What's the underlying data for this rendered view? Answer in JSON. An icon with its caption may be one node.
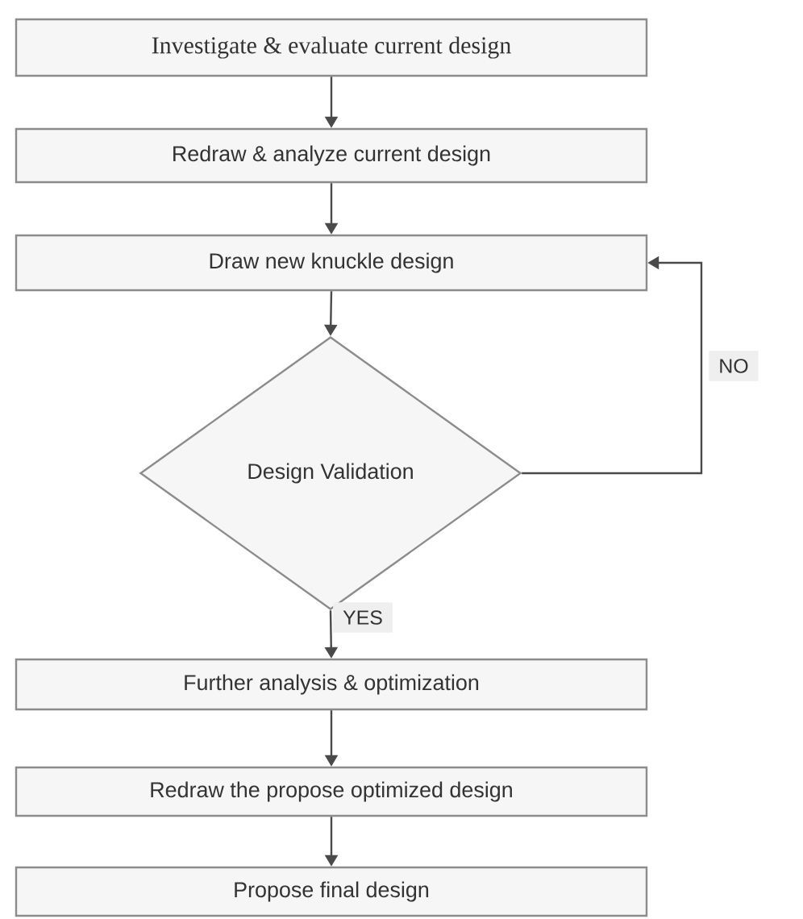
{
  "diagram": {
    "nodes": [
      {
        "text": [
          "Investigate & evaluate current design"
        ]
      },
      {
        "text": [
          "Redraw & analyze current design"
        ]
      },
      {
        "text": [
          "Draw new knuckle design"
        ]
      },
      {
        "text": [
          "Design Validation"
        ]
      },
      {
        "text": [
          "Further analysis & optimization"
        ]
      },
      {
        "text": [
          "Redraw the propose optimized design"
        ]
      },
      {
        "text": [
          "Propose final design"
        ]
      }
    ],
    "edges": [
      {
        "from": 0,
        "to": 1,
        "arrow": "to"
      },
      {
        "from": 1,
        "to": 2,
        "arrow": "to"
      },
      {
        "from": 2,
        "to": 3,
        "arrow": "to"
      },
      {
        "from": 3,
        "to": 2,
        "arrow": "to",
        "label": "NO"
      },
      {
        "from": 3,
        "to": 4,
        "arrow": "to",
        "label": "YES"
      },
      {
        "from": 4,
        "to": 5,
        "arrow": "to"
      },
      {
        "from": 5,
        "to": 6,
        "arrow": "to"
      }
    ]
  }
}
